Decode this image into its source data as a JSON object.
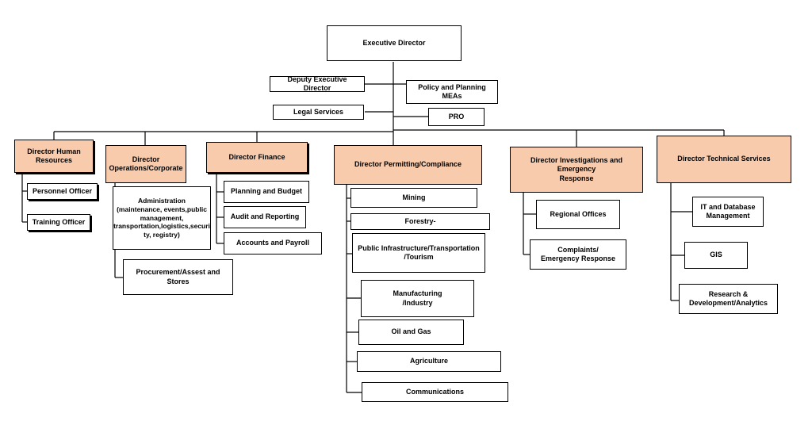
{
  "top": {
    "executive_director": "Executive Director",
    "deputy": "Deputy Executive Director",
    "legal": "Legal Services",
    "policy": "Policy and Planning\nMEAs",
    "pro": "PRO"
  },
  "directors": {
    "hr": {
      "title": "Director Human\nResources",
      "items": [
        "Personnel Officer",
        "Training Officer"
      ]
    },
    "operations": {
      "title": "Director\nOperations/Corporate",
      "items": [
        "Administration\n(maintenance, events,public\nmanagement,\ntransportation,logistics,securi\nty, registry)",
        "Procurement/Assest and Stores"
      ]
    },
    "finance": {
      "title": "Director Finance",
      "items": [
        "Planning and Budget",
        "Audit and Reporting",
        "Accounts and Payroll"
      ]
    },
    "permitting": {
      "title": "Director Permitting/Compliance",
      "items": [
        "Mining",
        "Forestry-",
        "Public Infrastructure/Transportation\n/Tourism",
        "Manufacturing\n/Industry",
        "Oil and Gas",
        "Agriculture",
        "Communications"
      ]
    },
    "investigations": {
      "title": "Director Investigations and Emergency\nResponse",
      "items": [
        "Regional Offices",
        "Complaints/\nEmergency Response"
      ]
    },
    "technical": {
      "title": "Director Technical Services",
      "items": [
        "IT and Database\nManagement",
        "GIS",
        "Research  &\nDevelopment/Analytics"
      ]
    }
  }
}
